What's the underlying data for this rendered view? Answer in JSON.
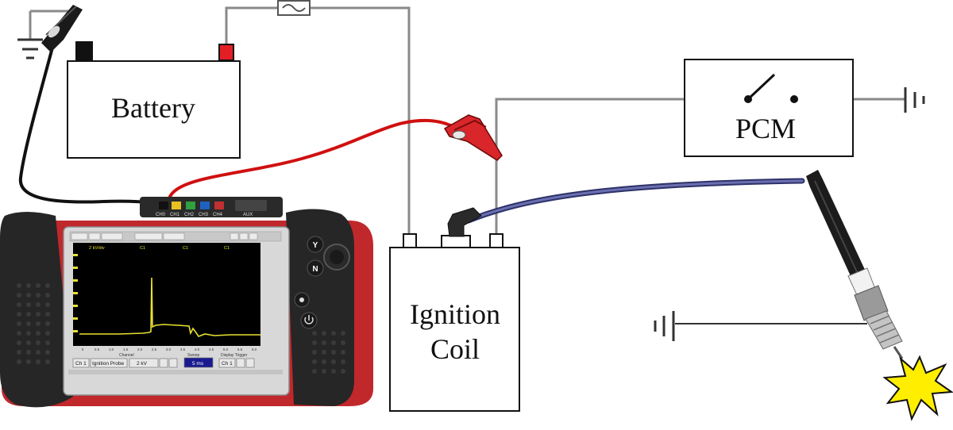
{
  "components": {
    "battery": {
      "label": "Battery"
    },
    "pcm": {
      "label": "PCM"
    },
    "ignition_coil": {
      "label_line1": "Ignition",
      "label_line2": "Coil"
    }
  },
  "scope": {
    "channels": [
      "CH0",
      "CH1",
      "CH2",
      "CH3",
      "CH4",
      "AUX"
    ],
    "screen_header": [
      "2 kV/div",
      "C1",
      "C1",
      "C1"
    ],
    "x_ticks": [
      "0",
      "0.5",
      "1.0",
      "1.5",
      "2.0",
      "2.5",
      "3.0",
      "3.5",
      "4.0",
      "4.5",
      "5.0",
      "5.5",
      "6.0"
    ],
    "labels": {
      "channel": "Channel",
      "sweep": "Sweep",
      "display_trigger": "Display Trigger"
    },
    "controls": {
      "channel": "Ch 1",
      "probe": "Ignition Probe",
      "scale": "2 kV",
      "sweep": "5 ms",
      "trigger": "Ch 1"
    },
    "side_buttons": {
      "y": "Y",
      "n": "N"
    }
  },
  "colors": {
    "wire_gray": "#8a8a8a",
    "wire_red": "#d01010",
    "wire_black": "#111111",
    "plug_wire": "#4a4e8a",
    "scope_body": "#c0282c",
    "scope_screen": "#000000",
    "waveform": "#e8e030",
    "spark": "#ffee00"
  }
}
